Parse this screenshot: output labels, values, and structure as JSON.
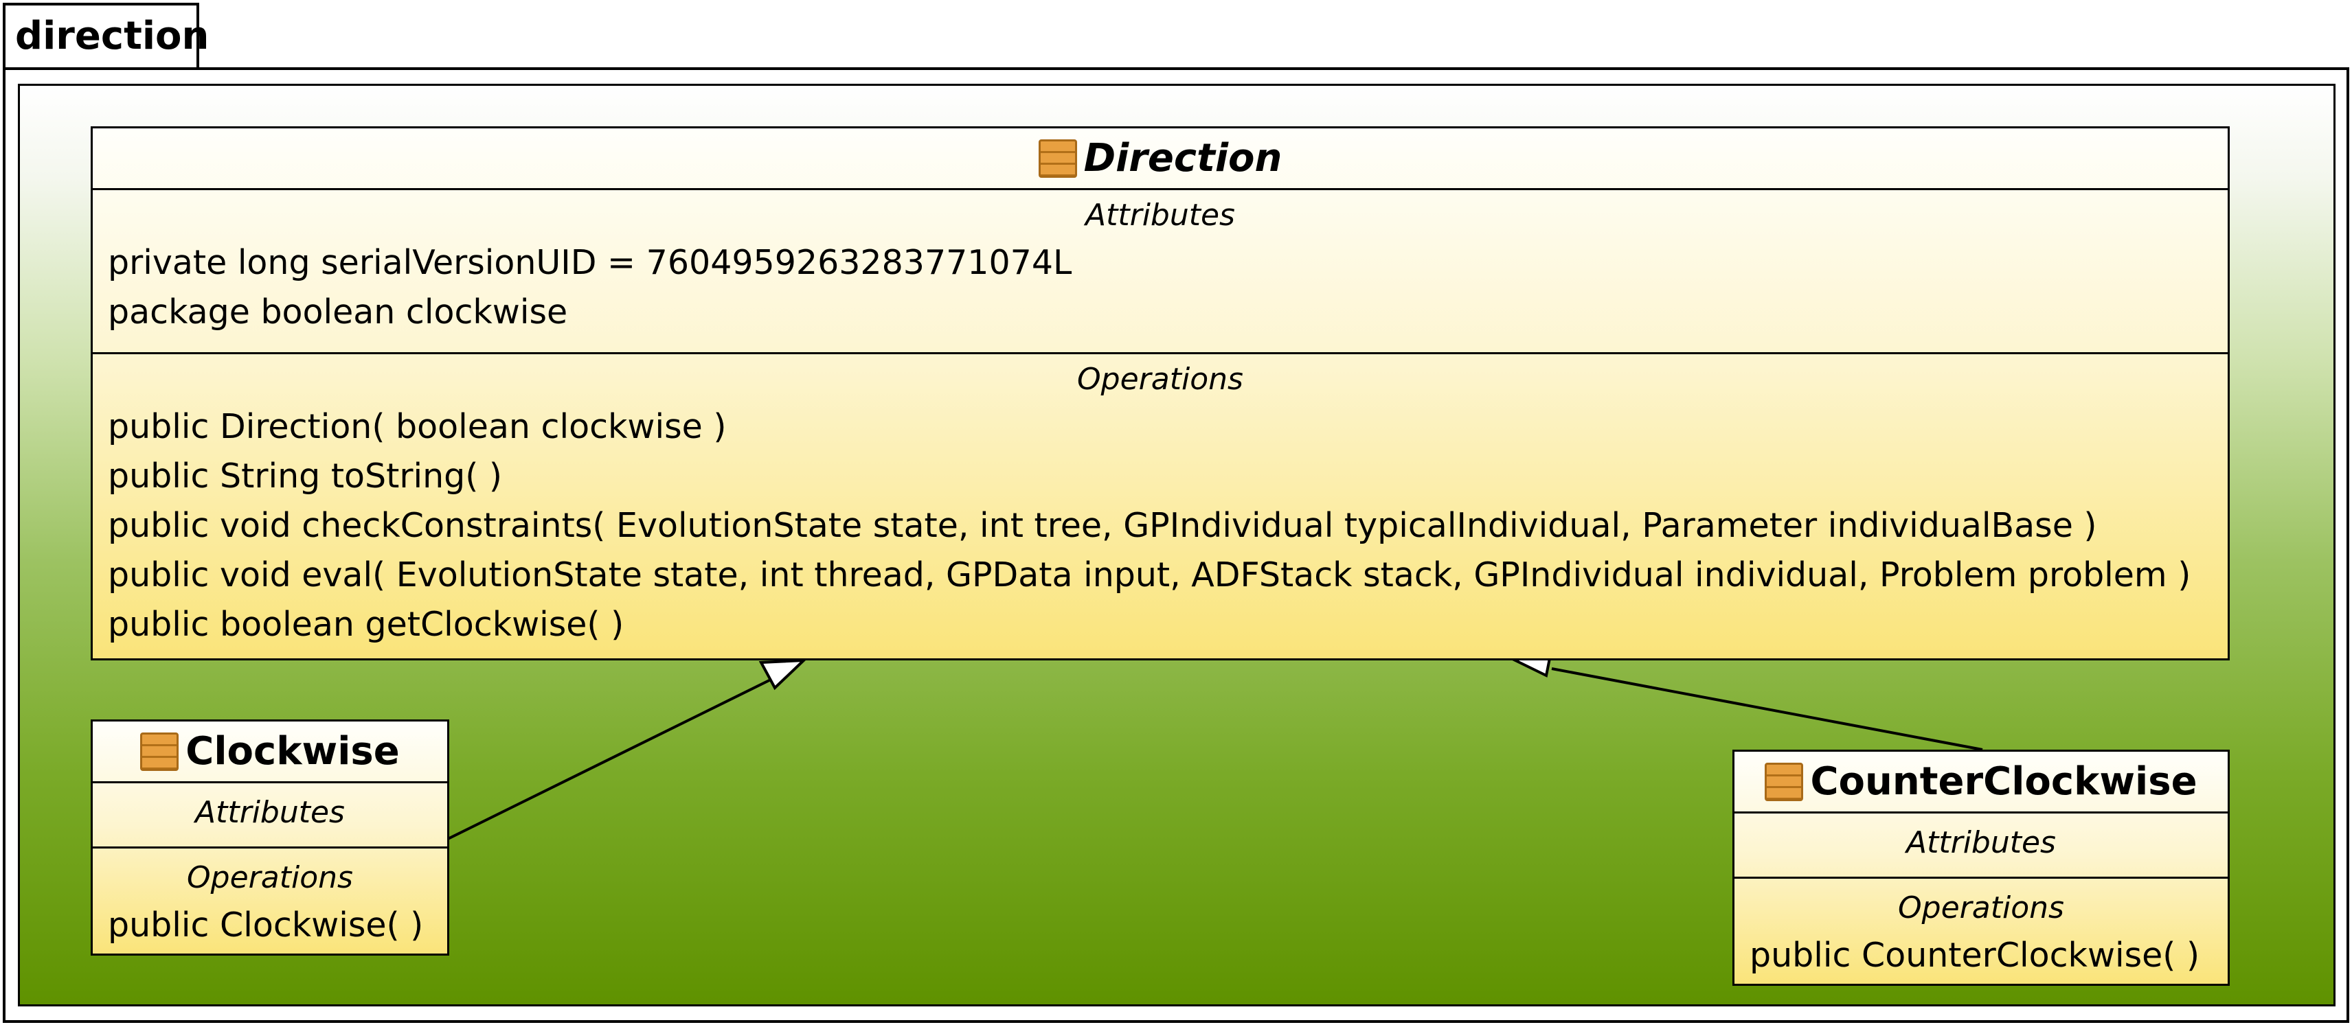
{
  "package": {
    "name": "direction"
  },
  "classes": {
    "direction": {
      "name": "Direction",
      "abstract": true,
      "attributes_title": "Attributes",
      "attributes": [
        "private long serialVersionUID = 7604959263283771074L",
        "package boolean clockwise"
      ],
      "operations_title": "Operations",
      "operations": [
        "public Direction( boolean clockwise )",
        "public String  toString(  )",
        "public void  checkConstraints( EvolutionState state, int tree, GPIndividual typicalIndividual, Parameter individualBase )",
        "public void  eval( EvolutionState state, int thread, GPData input, ADFStack stack, GPIndividual individual, Problem problem )",
        "public boolean  getClockwise(  )"
      ]
    },
    "clockwise": {
      "name": "Clockwise",
      "attributes_title": "Attributes",
      "operations_title": "Operations",
      "operations": [
        "public Clockwise(  )"
      ]
    },
    "counter_clockwise": {
      "name": "CounterClockwise",
      "attributes_title": "Attributes",
      "operations_title": "Operations",
      "operations": [
        "public CounterClockwise(  )"
      ]
    }
  },
  "relations": [
    {
      "type": "generalization",
      "from": "Clockwise",
      "to": "Direction"
    },
    {
      "type": "generalization",
      "from": "CounterClockwise",
      "to": "Direction"
    }
  ],
  "colors": {
    "class_fill_top": "#fffffb",
    "class_fill_bottom": "#fae47a",
    "package_fill_top": "#ffffff",
    "package_fill_bottom": "#5f9200",
    "class_icon": "#e8a040"
  }
}
